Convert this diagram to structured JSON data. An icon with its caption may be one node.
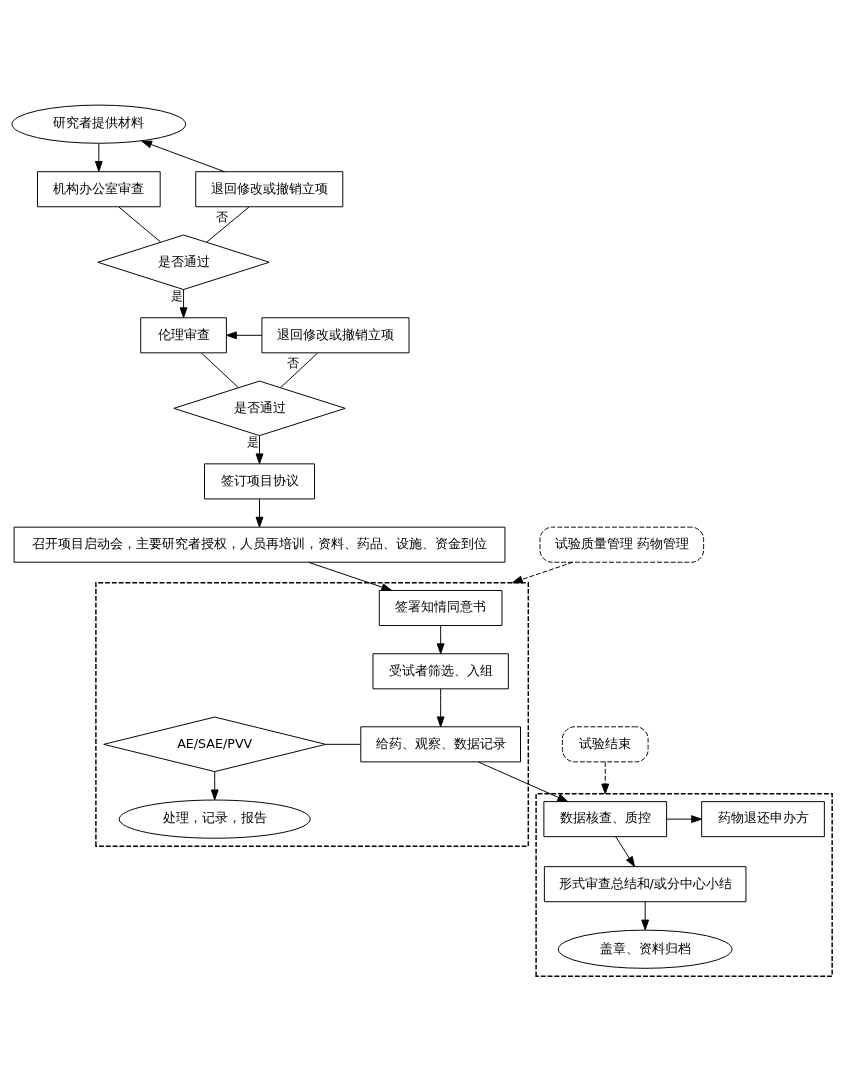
{
  "diagram": {
    "nodes": [
      {
        "text": [
          "研究者提供材料"
        ]
      },
      {
        "text": [
          "机构办公室审查"
        ]
      },
      {
        "text": [
          "是否通过"
        ]
      },
      {
        "text": [
          "退回修改或撤销立项"
        ]
      },
      {
        "text": [
          "伦理审查"
        ]
      },
      {
        "text": [
          "是否通过"
        ]
      },
      {
        "text": [
          "退回修改或撤销立项"
        ]
      },
      {
        "text": [
          "签订项目协议"
        ]
      },
      {
        "text": [
          "召开项目启动会，主要研究者授权，人员再培训，资料、药品、设施、资金到位"
        ]
      },
      {
        "text": [
          "试验质量管理 药物管理"
        ]
      },
      {
        "text": [],
        "shape": "box"
      },
      {
        "text": [
          "签署知情同意书"
        ],
        "in": 10
      },
      {
        "text": [
          "受试者筛选、入组"
        ],
        "in": 10
      },
      {
        "text": [
          "给药、观察、数据记录"
        ],
        "in": 10
      },
      {
        "text": [
          "AE/SAE/PVV"
        ],
        "in": 10
      },
      {
        "text": [
          "处理，记录，报告"
        ],
        "in": 10
      },
      {
        "text": [
          "试验结束"
        ]
      },
      {
        "text": [],
        "shape": "box"
      },
      {
        "text": [
          "数据核查、质控"
        ],
        "in": 17
      },
      {
        "text": [
          "药物退还申办方"
        ],
        "in": 17
      },
      {
        "text": [
          "形式审查总结和/或分中心小结"
        ],
        "in": 17
      },
      {
        "text": [
          "盖章、资料归档"
        ],
        "in": 17
      }
    ],
    "edges": [
      {
        "from": 0,
        "to": 1,
        "arrow": "to"
      },
      {
        "from": 1,
        "to": 2,
        "arrow": "none"
      },
      {
        "from": 2,
        "to": 4,
        "arrow": "to",
        "label": "是"
      },
      {
        "from": 2,
        "to": 3,
        "arrow": "none",
        "label": "否"
      },
      {
        "from": 3,
        "to": 0,
        "arrow": "to"
      },
      {
        "from": 4,
        "to": 5,
        "arrow": "none"
      },
      {
        "from": 5,
        "to": 7,
        "arrow": "to",
        "label": "是"
      },
      {
        "from": 5,
        "to": 6,
        "arrow": "none",
        "label": "否"
      },
      {
        "from": 6,
        "to": 4,
        "arrow": "to"
      },
      {
        "from": 7,
        "to": 8,
        "arrow": "to"
      },
      {
        "from": 8,
        "to": 11,
        "arrow": "to"
      },
      {
        "from": 11,
        "to": 12,
        "arrow": "to"
      },
      {
        "from": 12,
        "to": 13,
        "arrow": "to"
      },
      {
        "from": 13,
        "to": 14,
        "arrow": "none"
      },
      {
        "from": 14,
        "to": 15,
        "arrow": "to"
      },
      {
        "from": 13,
        "to": 18,
        "arrow": "to"
      },
      {
        "from": 18,
        "to": 19,
        "arrow": "to"
      },
      {
        "from": 18,
        "to": 20,
        "arrow": "to"
      },
      {
        "from": 20,
        "to": 21,
        "arrow": "to"
      },
      {
        "from": 9,
        "to": 10,
        "arrow": "to",
        "style": "dashed"
      },
      {
        "from": 16,
        "to": 17,
        "arrow": "to",
        "style": "dashed"
      }
    ]
  }
}
